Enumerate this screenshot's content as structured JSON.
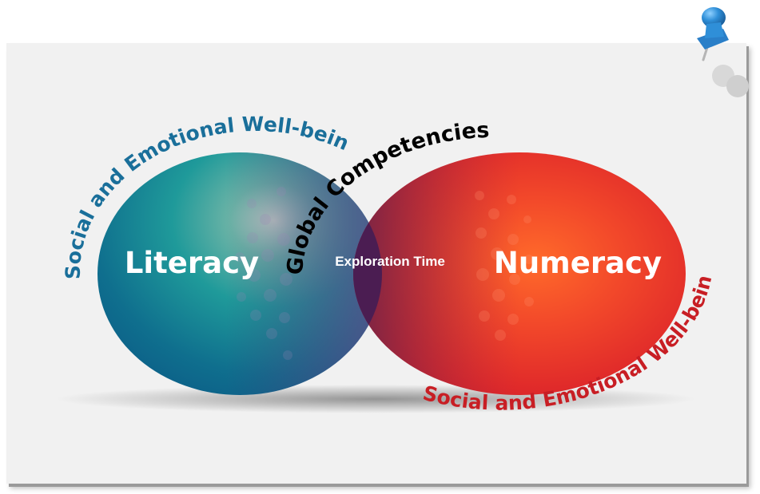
{
  "diagram": {
    "left_circle": {
      "label": "Literacy",
      "ring_text": "Social and Emotional Well-being",
      "ring_color": "#1a6f9a"
    },
    "right_circle": {
      "label": "Numeracy",
      "ring_text": "Social and Emotional Well-being",
      "ring_color": "#c81e24"
    },
    "overlap": {
      "label": "Exploration Time",
      "color": "#4b1d52"
    },
    "top_arc_text": "Global Competencies",
    "top_arc_color": "#000000"
  },
  "decorations": {
    "pin_icon": "pushpin-icon"
  }
}
